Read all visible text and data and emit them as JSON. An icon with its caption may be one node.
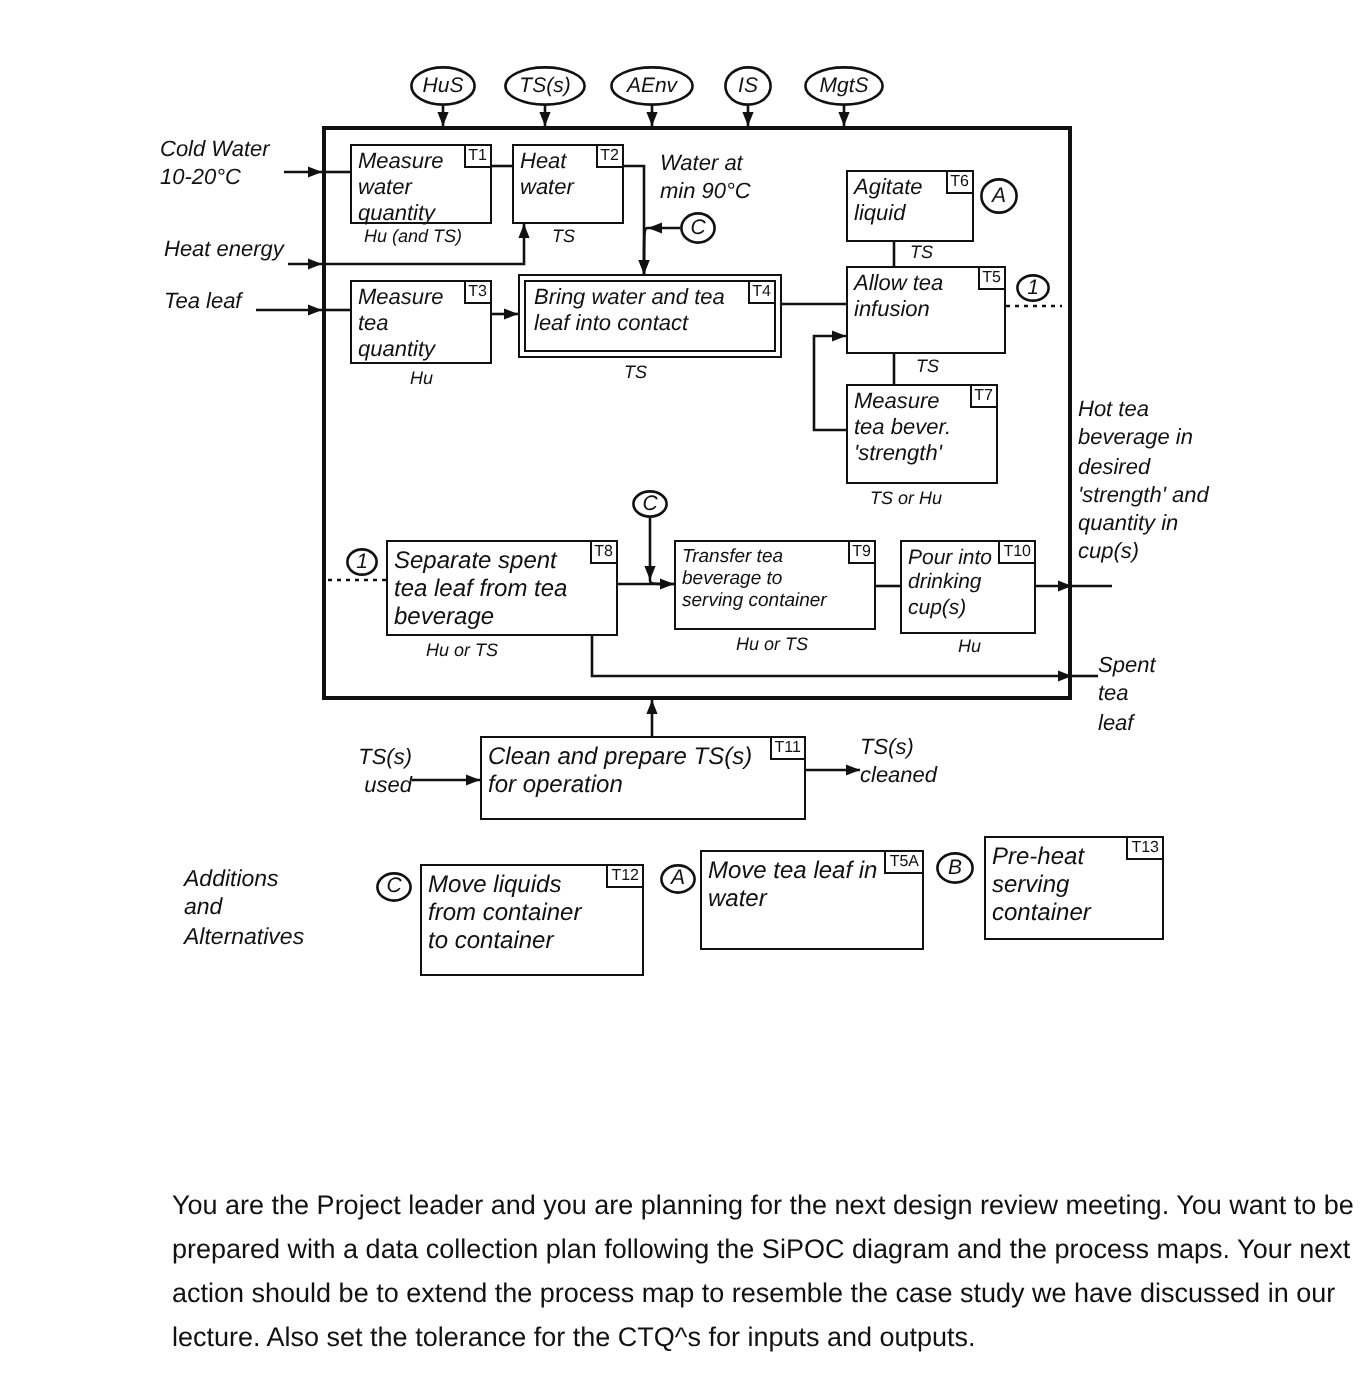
{
  "diagram": {
    "nodes": [
      {
        "text": [
          "HuS"
        ]
      },
      {
        "text": [
          "TS(s)"
        ]
      },
      {
        "text": [
          "AEnv"
        ]
      },
      {
        "text": [
          "IS"
        ]
      },
      {
        "text": [
          "MgtS"
        ]
      },
      {
        "text": [
          "Cold Water 10-20°C"
        ]
      },
      {
        "text": [],
        "shape": "box"
      },
      {
        "text": [
          "Measure water quantity",
          "T1"
        ],
        "beside": [
          "Hu (and TS)"
        ],
        "in": 6
      },
      {
        "text": [
          "Heat water",
          "T2"
        ],
        "beside": [
          "TS"
        ],
        "in": 6
      },
      {
        "text": [
          "C"
        ],
        "in": 6
      },
      {
        "text": [
          "Agitate liquid",
          "T6"
        ],
        "beside": [
          "TS"
        ],
        "in": 6
      },
      {
        "text": [
          "A"
        ],
        "in": 6
      },
      {
        "text": [
          "Heat energy"
        ]
      },
      {
        "text": [
          "Tea leaf"
        ]
      },
      {
        "text": [
          "Measure tea quantity",
          "T3"
        ],
        "beside": [
          "Hu"
        ],
        "in": 6
      },
      {
        "text": [
          "Bring water and tea leaf into contact",
          "T4"
        ],
        "beside": [
          "TS"
        ],
        "in": 6
      },
      {
        "text": [
          "Allow tea infusion",
          "T5"
        ],
        "beside": [
          "TS"
        ],
        "in": 6
      },
      {
        "text": [
          "1"
        ],
        "in": 6
      },
      {
        "text": [
          "Measure tea bever. 'strength'",
          "T7"
        ],
        "beside": [
          "TS or Hu"
        ],
        "in": 6
      },
      {
        "text": [
          "Hot tea beverage in desired 'strength' and quantity in cup(s)"
        ]
      },
      {
        "text": [
          "C"
        ],
        "in": 6
      },
      {
        "text": [
          "1"
        ],
        "in": 6
      },
      {
        "text": [
          "Separate spent tea leaf from tea beverage",
          "T8"
        ],
        "beside": [
          "Hu or TS"
        ],
        "in": 6
      },
      {
        "text": [
          "Transfer tea beverage to serving container",
          "T9"
        ],
        "beside": [
          "Hu or TS"
        ],
        "in": 6
      },
      {
        "text": [
          "Pour into drinking cup(s)",
          "T10"
        ],
        "beside": [
          "Hu"
        ],
        "in": 6
      },
      {
        "text": [
          "Spent tea leaf"
        ]
      },
      {
        "text": [
          "TS(s) used"
        ]
      },
      {
        "text": [
          "Clean and prepare TS(s) for operation",
          "T11"
        ]
      },
      {
        "text": [
          "TS(s) cleaned"
        ]
      },
      {
        "text": [
          "C"
        ]
      },
      {
        "text": [
          "Move liquids from container to container",
          "T12"
        ]
      },
      {
        "text": [
          "A"
        ]
      },
      {
        "text": [
          "Move tea leaf in water",
          "T5A"
        ]
      },
      {
        "text": [
          "B"
        ]
      },
      {
        "text": [
          "Pre-heat serving container",
          "T13"
        ]
      }
    ],
    "edges": [
      {
        "from": 0,
        "to": 6,
        "arrow": "to"
      },
      {
        "from": 1,
        "to": 6,
        "arrow": "to"
      },
      {
        "from": 2,
        "to": 6,
        "arrow": "to"
      },
      {
        "from": 3,
        "to": 6,
        "arrow": "to"
      },
      {
        "from": 4,
        "to": 6,
        "arrow": "to"
      },
      {
        "from": 5,
        "to": 6,
        "arrow": "to"
      },
      {
        "from": 6,
        "to": 7,
        "arrow": "none"
      },
      {
        "from": 7,
        "to": 8,
        "arrow": "none"
      },
      {
        "from": 8,
        "to": 15,
        "arrow": "to",
        "label": "Water at min 90°C"
      },
      {
        "from": 9,
        "to": 15,
        "arrow": "to"
      },
      {
        "from": 12,
        "to": 6,
        "arrow": "to"
      },
      {
        "from": 6,
        "to": 8,
        "arrow": "to"
      },
      {
        "from": 13,
        "to": 6,
        "arrow": "to"
      },
      {
        "from": 6,
        "to": 14,
        "arrow": "none"
      },
      {
        "from": 14,
        "to": 15,
        "arrow": "to"
      },
      {
        "from": 15,
        "to": 16,
        "arrow": "none"
      },
      {
        "from": 10,
        "to": 16,
        "arrow": "none"
      },
      {
        "from": 16,
        "to": null,
        "arrow": "none",
        "style": "dashed"
      },
      {
        "from": 16,
        "to": 18,
        "arrow": "none"
      },
      {
        "from": 18,
        "to": 16,
        "arrow": "to"
      },
      {
        "from": 24,
        "to": 6,
        "arrow": "to"
      },
      {
        "from": 6,
        "to": 19,
        "arrow": "none"
      },
      {
        "from": null,
        "to": 22,
        "arrow": "none",
        "style": "dashed"
      },
      {
        "from": 22,
        "to": 23,
        "arrow": "none"
      },
      {
        "from": 20,
        "to": 23,
        "arrow": "to"
      },
      {
        "from": 23,
        "to": 24,
        "arrow": "none"
      },
      {
        "from": 22,
        "to": 6,
        "arrow": "to"
      },
      {
        "from": 6,
        "to": 25,
        "arrow": "none"
      },
      {
        "from": 27,
        "to": 6,
        "arrow": "to"
      },
      {
        "from": 26,
        "to": 27,
        "arrow": "to"
      },
      {
        "from": 27,
        "to": 28,
        "arrow": "to"
      }
    ],
    "labels": [
      "Additions and Alternatives"
    ],
    "caption": "You are the Project leader and you are planning for the next design review meeting. You want to be prepared with a data collection plan following the SiPOC diagram and the process maps. Your next action should be to extend the process map to resemble the case study we have discussed in our lecture. Also set the tolerance for the CTQ^s for inputs and outputs."
  }
}
